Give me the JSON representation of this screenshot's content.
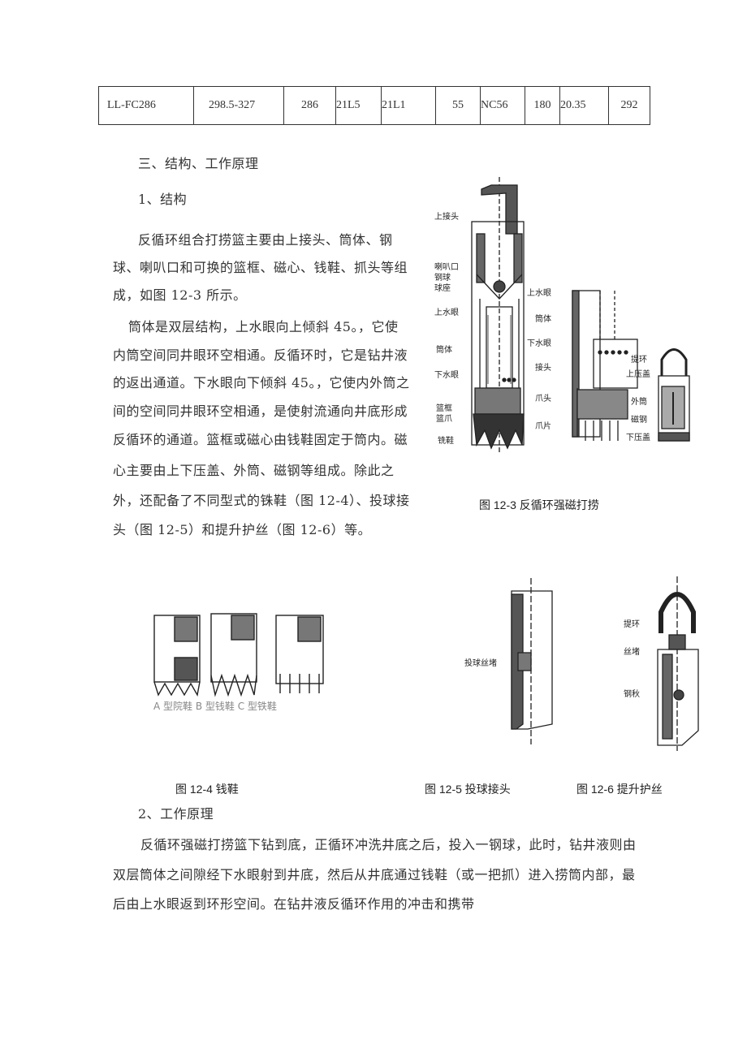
{
  "table": {
    "row": [
      "LL-FC286",
      "298.5-327",
      "286",
      "21L5",
      "21L1",
      "55",
      "NC56",
      "180",
      "20.35",
      "292"
    ]
  },
  "section3_heading": "三、结构、工作原理",
  "sub1_heading": "1、结构",
  "para1_lines": [
    "反循环组合打捞篮主要由上接头、筒体、钢",
    "球、喇叭口和可换的篮框、磁心、钱鞋、抓头等组",
    "成，如图 12-3 所示。"
  ],
  "para2_lines": [
    "筒体是双层结构，上水眼向上倾斜 45。，它使",
    "内筒空间同井眼环空相通。反循环时，它是钻井液",
    "的返出通道。下水眼向下倾斜 45。，它使内外筒之",
    "间的空间同井眼环空相通，是使射流通向井底形成",
    "反循环的通道。篮框或磁心由钱鞋固定于筒内。磁",
    "心主要由上下压盖、外筒、磁钢等组成。除此之",
    "外，还配备了不同型式的铢鞋（图 12-4）、投球接",
    "头（图 12-5）和提升护丝（图 12-6）等。"
  ],
  "fig12_3": {
    "caption": "图 12-3 反循环强磁打捞",
    "labels_left": [
      "上接头",
      "喇叭口",
      "钢球",
      "球座",
      "上水眼",
      "筒体",
      "下水眼",
      "篮框",
      "篮爪",
      "铣鞋"
    ],
    "labels_mid": [
      "上水眼",
      "筒体",
      "下水眼",
      "接头",
      "爪头",
      "爪片"
    ],
    "labels_right": [
      "提环",
      "上压盖",
      "外筒",
      "磁钢",
      "下压盖"
    ]
  },
  "fig12_4": {
    "caption": "图 12-4 钱鞋",
    "sublabels": "A 型院鞋  B 型钱鞋  C 型铁鞋"
  },
  "fig12_5": {
    "caption": "图 12-5 投球接头",
    "label": "投球丝堵"
  },
  "fig12_6": {
    "caption": "图 12-6 提升护丝",
    "labels": [
      "提环",
      "丝堵",
      "钢秋"
    ]
  },
  "sub2_heading": "2、工作原理",
  "para3_lines": [
    "反循环强磁打捞篮下钻到底，正循环冲洗井底之后，投入一钢球，此时，钻井液则由",
    "双层筒体之间隙经下水眼射到井底，然后从井底通过钱鞋（或一把抓）进入捞筒内部，最",
    "后由上水眼返到环形空间。在钻井液反循环作用的冲击和携带"
  ]
}
